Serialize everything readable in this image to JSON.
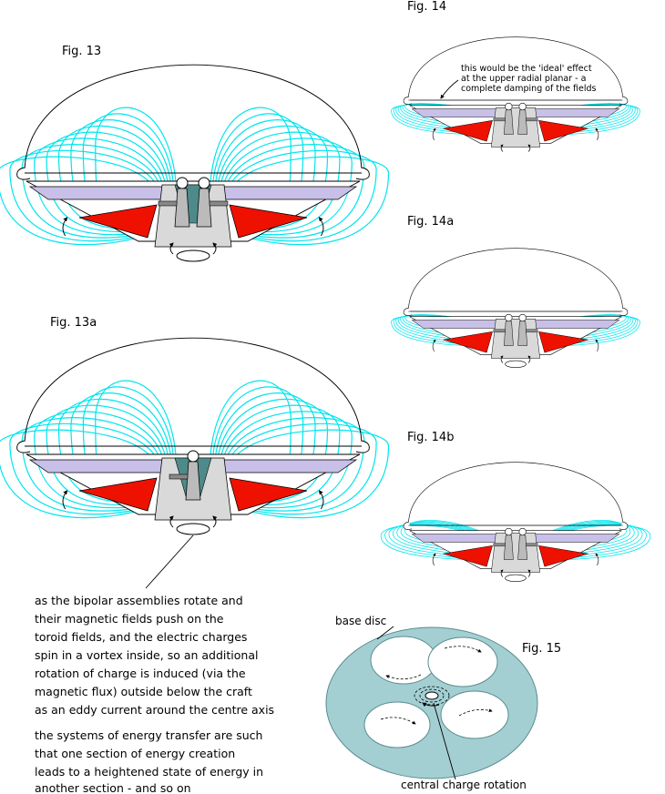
{
  "figures": {
    "fig13": {
      "label": "Fig. 13"
    },
    "fig13a": {
      "label": "Fig. 13a"
    },
    "fig14": {
      "label": "Fig. 14",
      "note_lines": [
        "this would be the 'ideal' effect",
        "at the upper radial planar - a",
        "complete damping of the fields"
      ]
    },
    "fig14a": {
      "label": "Fig. 14a"
    },
    "fig14b": {
      "label": "Fig. 14b"
    },
    "fig15": {
      "label": "Fig. 15",
      "base_disc_label": "base disc",
      "central_label": "central charge rotation"
    }
  },
  "explanation": {
    "paragraph1": [
      "as the bipolar assemblies rotate and",
      "their magnetic fields push on the",
      "toroid fields, and the electric charges",
      "spin in a vortex inside, so an additional",
      "rotation of charge is induced (via the",
      "magnetic flux) outside below the craft",
      "as an eddy current around the centre axis"
    ],
    "paragraph2": [
      "the systems of energy transfer are such",
      "that one section of energy creation",
      "leads to a heightened state of energy in",
      "another section - and so on"
    ]
  },
  "colors": {
    "field_lines": "#00e5ee",
    "lavender_band": "#c8c0e8",
    "red_block": "#ee1100",
    "dark_teal": "#4e8a8a",
    "disc_fill": "#a3cfd2",
    "hull_grey": "#d9d9d9"
  }
}
